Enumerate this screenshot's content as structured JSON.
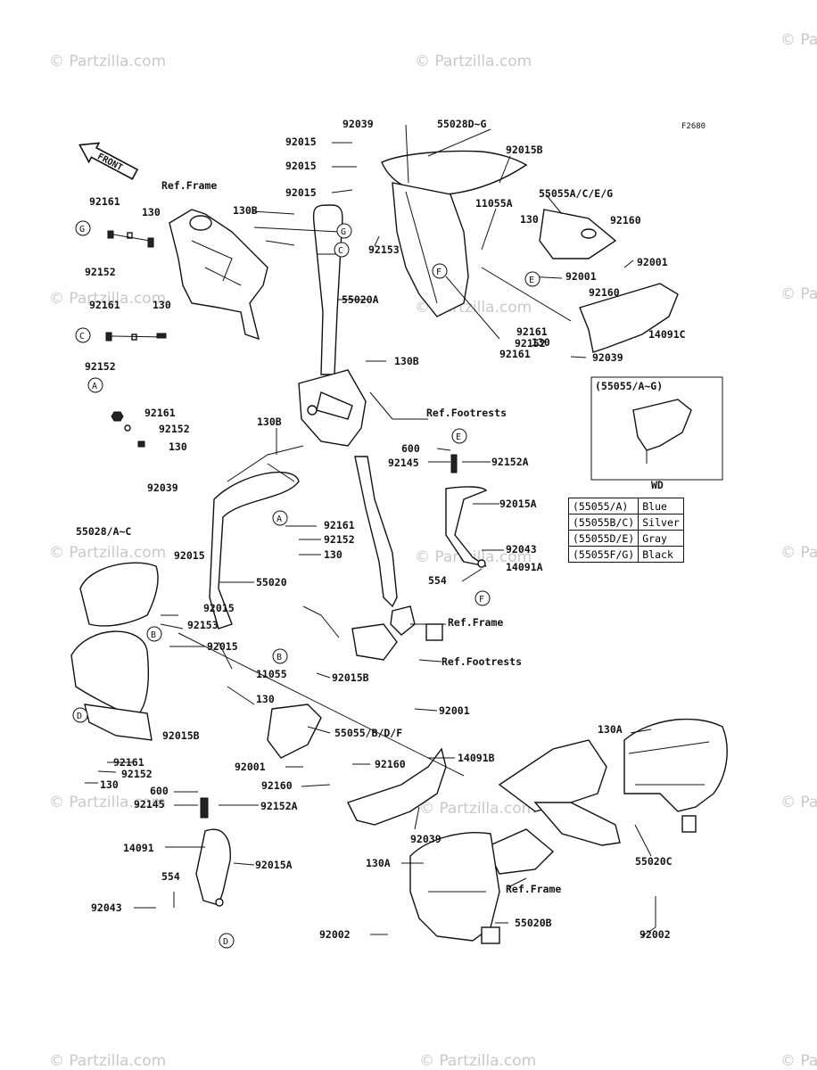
{
  "fig_id": "F2680",
  "front_label": "FRONT",
  "watermark": "© Partzilla.com",
  "wd_box": {
    "header": "(55055/A~G)",
    "caption": "WD"
  },
  "color_legend": [
    {
      "code": "(55055/A)",
      "color": "Blue"
    },
    {
      "code": "(55055B/C)",
      "color": "Silver"
    },
    {
      "code": "(55055D/E)",
      "color": "Gray"
    },
    {
      "code": "(55055F/G)",
      "color": "Black"
    }
  ],
  "refs": {
    "frame": "Ref.Frame",
    "footrests": "Ref.Footrests"
  },
  "circle_markers": [
    "G",
    "C",
    "A",
    "E",
    "F",
    "B",
    "D"
  ],
  "part_numbers": [
    "92039",
    "55028D~G",
    "92015",
    "92015B",
    "55055A/C/E/G",
    "11055A",
    "130",
    "92160",
    "92001",
    "130B",
    "92153",
    "55020A",
    "92161",
    "92152",
    "14091C",
    "130B",
    "600",
    "92145",
    "92152A",
    "92015A",
    "92043",
    "14091A",
    "554",
    "55028/A~C",
    "55020",
    "92015",
    "92153",
    "11055",
    "92015B",
    "92001",
    "55055/B/D/F",
    "14091B",
    "92160",
    "92039",
    "130A",
    "55020C",
    "55020B",
    "92002",
    "14091",
    "92015A",
    "92043",
    "130"
  ]
}
